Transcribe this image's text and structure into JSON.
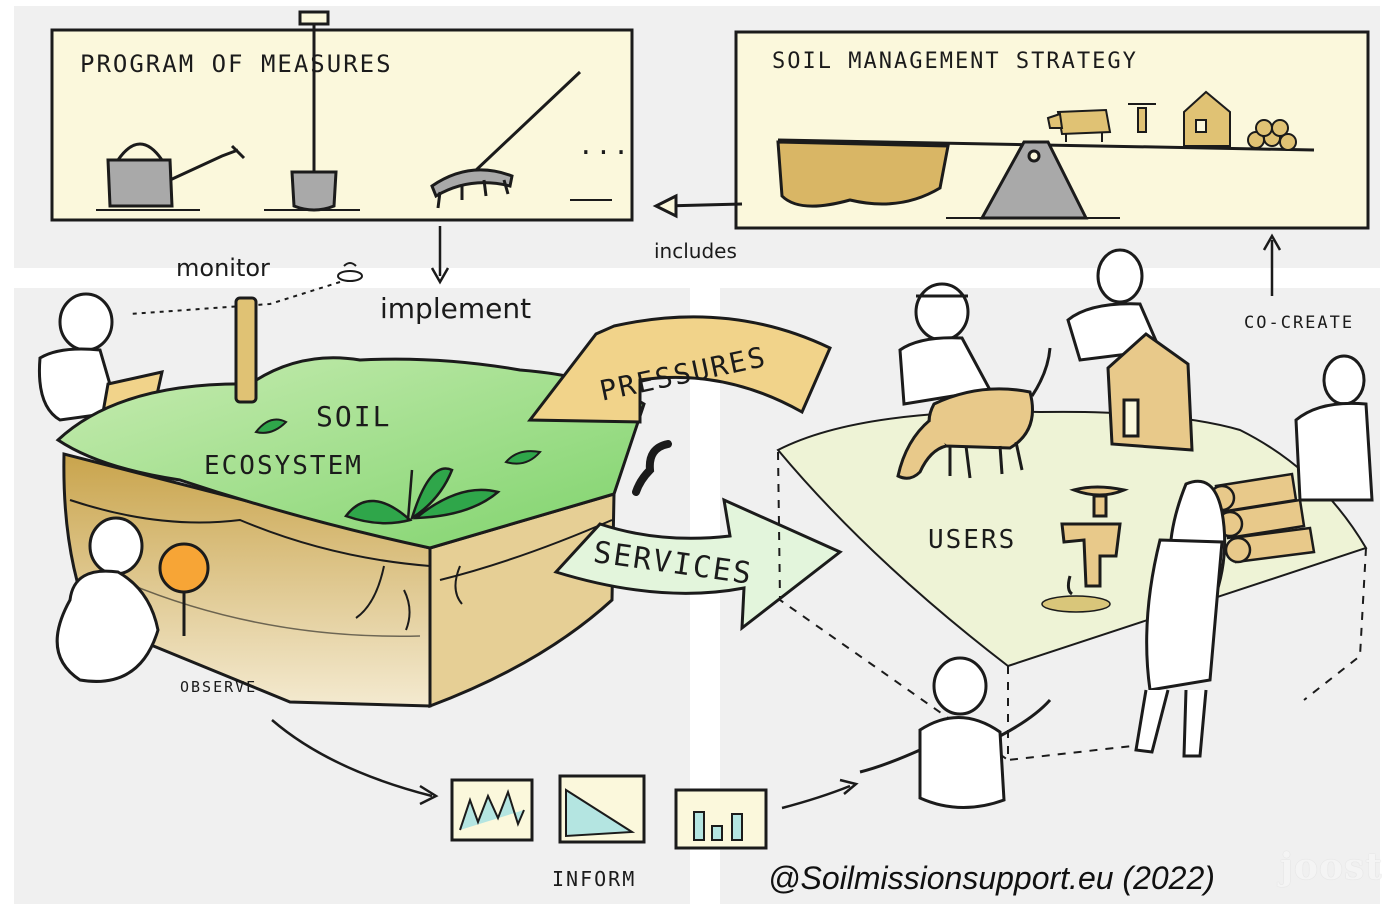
{
  "labels": {
    "program_of_measures": "PROGRAM OF MEASURES",
    "soil_management_strategy": "SOIL MANAGEMENT STRATEGY",
    "ellipsis": "...",
    "includes": "includes",
    "implement": "implement",
    "monitor": "monitor",
    "co_create": "CO-CREATE",
    "pressures": "PRESSURES",
    "services": "SERVICES",
    "soil": "SOIL",
    "ecosystem": "ECOSYSTEM",
    "users": "USERS",
    "observe": "OBSERVE",
    "inform": "INFORM"
  },
  "credit": "@Soilmissionsupport.eu (2022)",
  "signature": "joost",
  "colors": {
    "panel_bg": "#f0f0f0",
    "frame_fill": "#fbf8dc",
    "grass": "#8fd97a",
    "soil": "#d9b665",
    "arrow_yellow": "#f1d38a",
    "arrow_green": "#e3f5dc",
    "user_ground": "#eef3d6",
    "ink": "#1b1b1b"
  }
}
